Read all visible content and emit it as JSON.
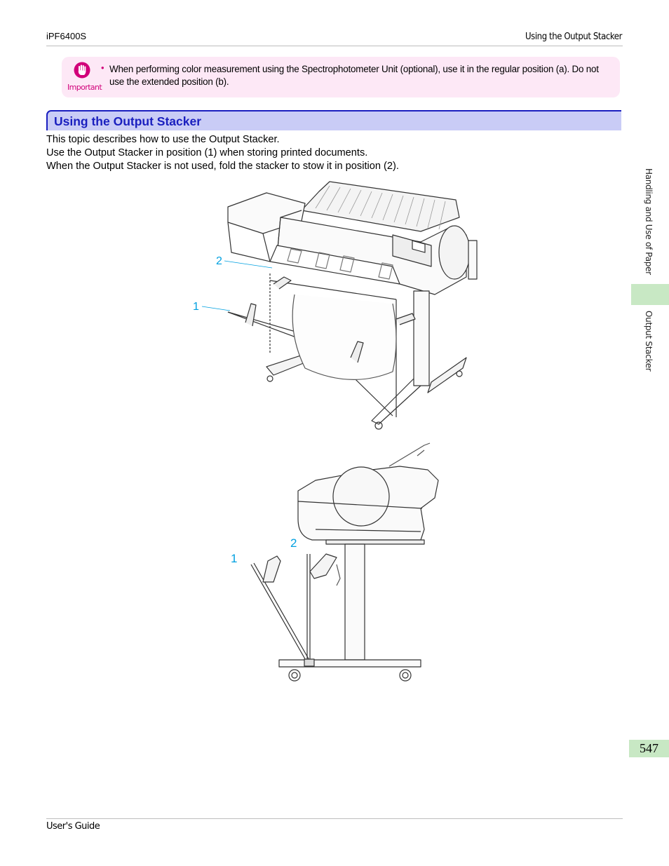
{
  "header": {
    "model": "iPF6400S",
    "section": "Using the Output Stacker"
  },
  "important": {
    "label": "Important",
    "bullet": "•",
    "text": "When performing color measurement using the Spectrophotometer Unit (optional), use it in the regular position (a). Do not use the extended position (b).",
    "icon": "hand-stop-icon"
  },
  "section": {
    "title": "Using the Output Stacker"
  },
  "body": {
    "p1": "This topic describes how to use the Output Stacker.",
    "p2": "Use the Output Stacker in position (1) when storing printed documents.",
    "p3": "When the Output Stacker is not used, fold the stacker to stow it in position (2)."
  },
  "figure1": {
    "label_1": "1",
    "label_2": "2"
  },
  "figure2": {
    "label_1": "1",
    "label_2": "2"
  },
  "sidebar": {
    "chapter": "Handling and Use of Paper",
    "topic": "Output Stacker"
  },
  "page_number": "547",
  "footer": {
    "guide": "User's Guide"
  },
  "colors": {
    "accent_blue": "#1a1fbf",
    "heading_bg": "#c9ccf6",
    "important_bg": "#fde8f6",
    "important_pink": "#d1007a",
    "tab_green": "#c8e8c4",
    "callout_cyan": "#00a0e0"
  }
}
